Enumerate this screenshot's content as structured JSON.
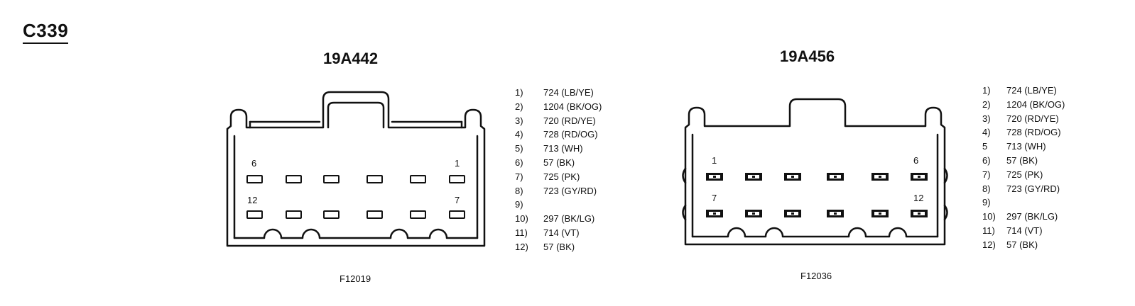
{
  "page": {
    "title": "C339"
  },
  "connectors": [
    {
      "title": "19A442",
      "figure_id": "F12019",
      "face_labels": {
        "top_left": "6",
        "top_right": "1",
        "bottom_left": "12",
        "bottom_right": "7"
      },
      "pins": [
        {
          "num": "1)",
          "desc": "724 (LB/YE)"
        },
        {
          "num": "2)",
          "desc": "1204 (BK/OG)"
        },
        {
          "num": "3)",
          "desc": "720 (RD/YE)"
        },
        {
          "num": "4)",
          "desc": "728 (RD/OG)"
        },
        {
          "num": "5)",
          "desc": "713 (WH)"
        },
        {
          "num": "6)",
          "desc": "57 (BK)"
        },
        {
          "num": "7)",
          "desc": "725 (PK)"
        },
        {
          "num": "8)",
          "desc": "723 (GY/RD)"
        },
        {
          "num": "9)",
          "desc": ""
        },
        {
          "num": "10)",
          "desc": "297 (BK/LG)"
        },
        {
          "num": "11)",
          "desc": "714 (VT)"
        },
        {
          "num": "12)",
          "desc": "57 (BK)"
        }
      ]
    },
    {
      "title": "19A456",
      "figure_id": "F12036",
      "face_labels": {
        "top_left": "1",
        "top_right": "6",
        "bottom_left": "7",
        "bottom_right": "12"
      },
      "pins": [
        {
          "num": "1)",
          "desc": "724 (LB/YE)"
        },
        {
          "num": "2)",
          "desc": "1204 (BK/OG)"
        },
        {
          "num": "3)",
          "desc": "720 (RD/YE)"
        },
        {
          "num": "4)",
          "desc": "728 (RD/OG)"
        },
        {
          "num": "5",
          "desc": "713 (WH)"
        },
        {
          "num": "6)",
          "desc": "57 (BK)"
        },
        {
          "num": "7)",
          "desc": "725 (PK)"
        },
        {
          "num": "8)",
          "desc": "723 (GY/RD)"
        },
        {
          "num": "9)",
          "desc": ""
        },
        {
          "num": "10)",
          "desc": "297 (BK/LG)"
        },
        {
          "num": "11)",
          "desc": "714 (VT)"
        },
        {
          "num": "12)",
          "desc": "57 (BK)"
        }
      ]
    }
  ]
}
